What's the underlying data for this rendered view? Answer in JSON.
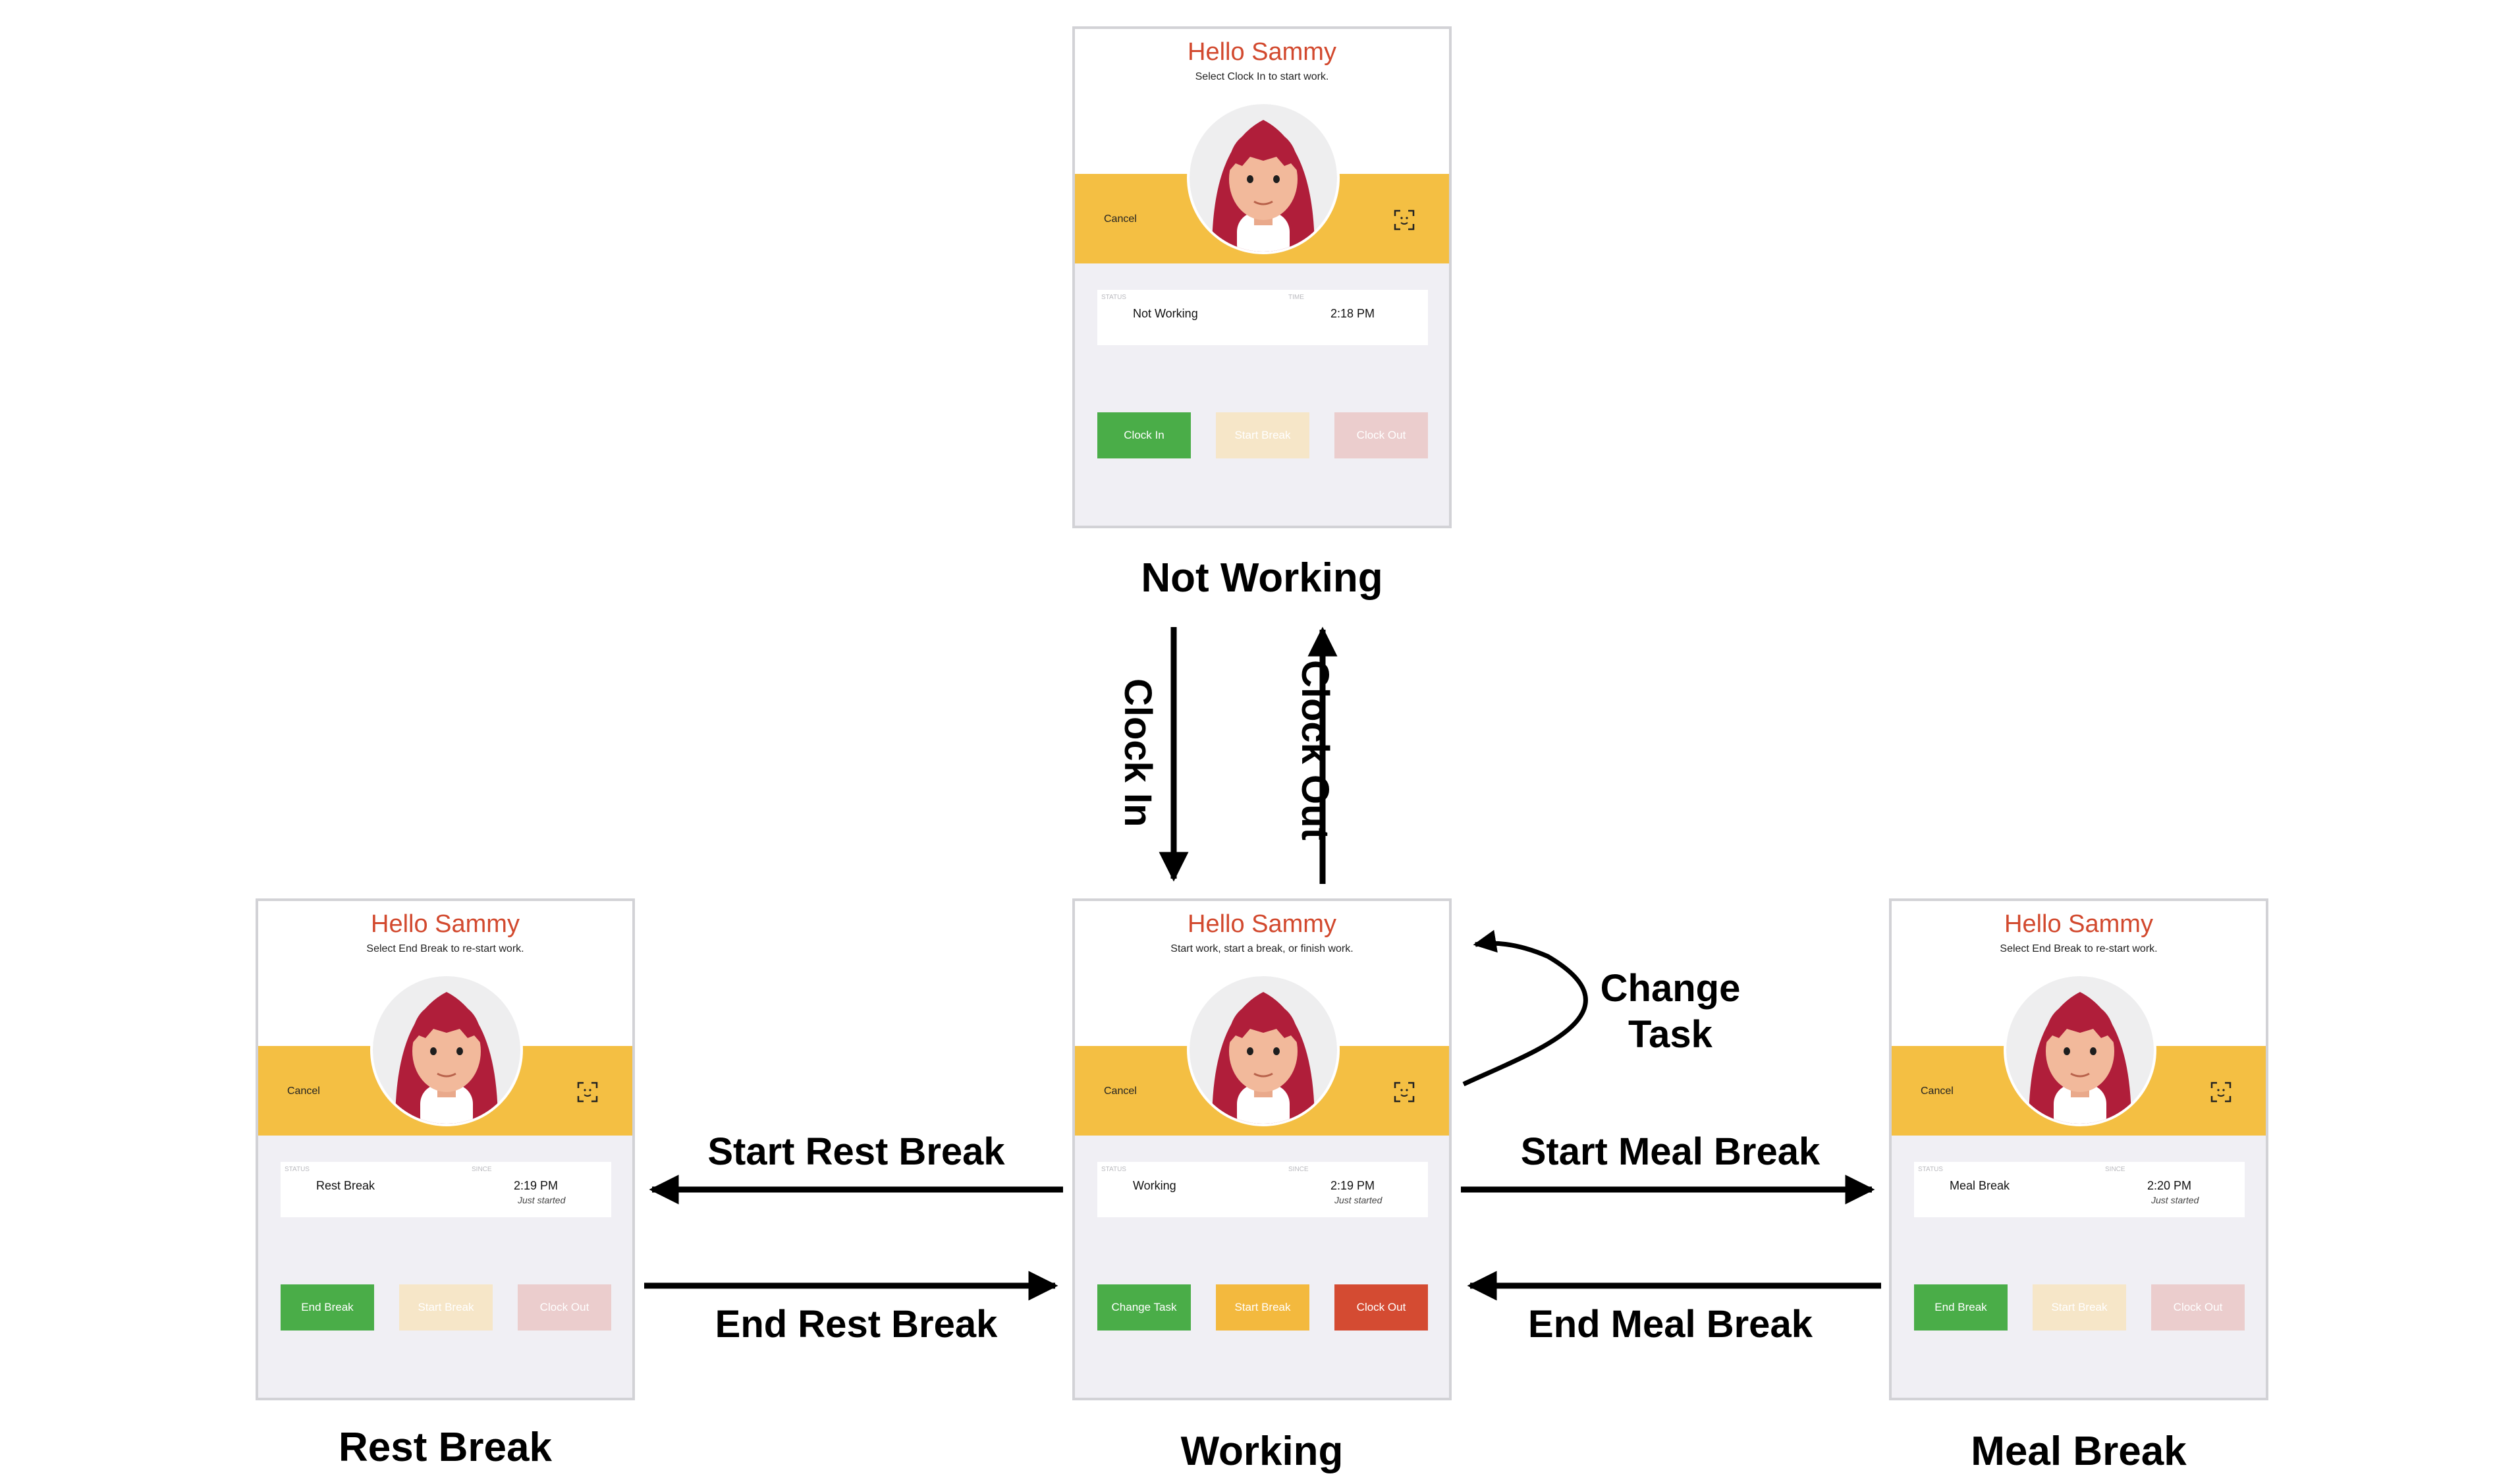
{
  "states": {
    "not_working": {
      "label": "Not Working",
      "screen": {
        "greeting": "Hello Sammy",
        "instruction": "Select Clock In to start work.",
        "cancel": "Cancel",
        "status_label": "STATUS",
        "time_label": "TIME",
        "status_value": "Not Working",
        "time_value": "2:18 PM",
        "note": "",
        "buttons": [
          "Clock In",
          "Start Break",
          "Clock Out"
        ]
      }
    },
    "working": {
      "label": "Working",
      "screen": {
        "greeting": "Hello Sammy",
        "instruction": "Start work, start a break, or finish work.",
        "cancel": "Cancel",
        "status_label": "STATUS",
        "time_label": "SINCE",
        "status_value": "Working",
        "time_value": "2:19 PM",
        "note": "Just started",
        "buttons": [
          "Change Task",
          "Start Break",
          "Clock Out"
        ]
      }
    },
    "rest_break": {
      "label": "Rest Break",
      "screen": {
        "greeting": "Hello Sammy",
        "instruction": "Select End Break to re-start work.",
        "cancel": "Cancel",
        "status_label": "STATUS",
        "time_label": "SINCE",
        "status_value": "Rest Break",
        "time_value": "2:19 PM",
        "note": "Just started",
        "buttons": [
          "End Break",
          "Start Break",
          "Clock Out"
        ]
      }
    },
    "meal_break": {
      "label": "Meal Break",
      "screen": {
        "greeting": "Hello Sammy",
        "instruction": "Select End Break to re-start work.",
        "cancel": "Cancel",
        "status_label": "STATUS",
        "time_label": "SINCE",
        "status_value": "Meal Break",
        "time_value": "2:20 PM",
        "note": "Just started",
        "buttons": [
          "End Break",
          "Start Break",
          "Clock Out"
        ]
      }
    }
  },
  "transitions": {
    "clock_in": "Clock In",
    "clock_out": "Clock Out",
    "change_task_line1": "Change",
    "change_task_line2": "Task",
    "start_rest_break": "Start Rest Break",
    "end_rest_break": "End Rest Break",
    "start_meal_break": "Start Meal Break",
    "end_meal_break": "End Meal Break"
  },
  "colors": {
    "brand_yellow": "#f4bf43",
    "greeting_red": "#d2492e",
    "button_green": "#4aad48",
    "button_amber": "#f3b93e",
    "button_red": "#d44b32"
  }
}
